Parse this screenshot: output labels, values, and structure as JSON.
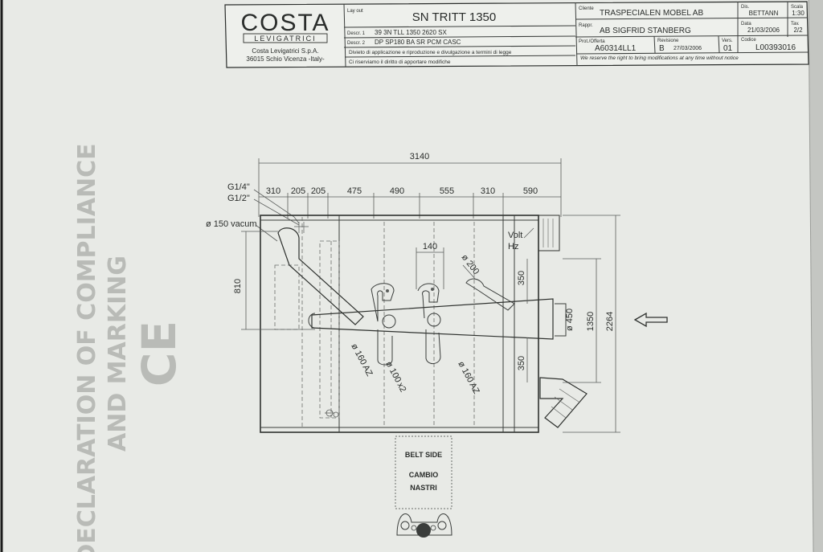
{
  "title_block": {
    "brand": "COSTA",
    "brand_sub": "LEVIGATRICI",
    "company": "Costa Levigatrici S.p.A.",
    "address": "36015 Schio Vicenza -Italy-",
    "layout_label": "Lay out",
    "layout_value": "SN TRITT 1350",
    "descr1_label": "Descr. 1",
    "descr1_value": "39 3N TLL 1350 2620 SX",
    "descr2_label": "Descr. 2",
    "descr2_value": "DP SP180 BA SR PCM CASC",
    "notice_it_1": "Divieto di applicazione e riproduzione e divulgazione a termini di legge",
    "notice_it_2": "Ci riserviamo il diritto di apportare modifiche",
    "client_label": "Cliente",
    "client_value": "TRASPECIALEN MOBEL AB",
    "agent_label": "Rappr.",
    "agent_value": "AB SIGFRID STANBERG",
    "offer_label": "Prot./Offerta",
    "offer_value": "A60314LL1",
    "revision_label": "Revisione",
    "revision_value": "B",
    "revision_date": "27/03/2006",
    "version_label": "Vers.",
    "version_value": "01",
    "code_label": "Codice",
    "code_value": "L00393016",
    "drawn_label": "Dis.",
    "drawn_value": "BETTANN",
    "date_label": "Data",
    "date_value": "21/03/2006",
    "scale_label": "Scala",
    "scale_value": "1:30",
    "sheet_label": "Tav.",
    "sheet_value": "2/2",
    "notice_en": "We reserve the right to bring modifications at any time without notice"
  },
  "dimensions": {
    "overall_width": "3140",
    "segments": [
      "310",
      "205",
      "205",
      "475",
      "490",
      "555",
      "310",
      "590"
    ],
    "depth": "2264",
    "right_inner": "1350",
    "left_offset": "810",
    "upper_350": "350",
    "lower_350": "350",
    "spacing_140": "140",
    "pipe_labels": [
      "G1/4\"",
      "G1/2\""
    ],
    "vacuum": "ø 150 vacum",
    "dia_200": "ø 200",
    "dia_160_a": "ø 160",
    "dia_160_a_unit": "AZ",
    "dia_100": "ø 100",
    "dia_100_unit": "x2",
    "dia_160_b": "ø 160",
    "dia_160_b_unit": "AZ",
    "dia_450": "ø 450",
    "volt": "Volt",
    "hz": "Hz"
  },
  "belt_box": {
    "line1": "BELT SIDE",
    "line2": "CAMBIO",
    "line3": "NASTRI"
  },
  "ghost_text": {
    "line1": "DECLARATION OF COMPLIANCE",
    "line2": "AND MARKING",
    "mark": "CE"
  },
  "colors": {
    "paper": "#e9ebe7",
    "ink": "#2a2d2b",
    "shadow": "#cfd1cd"
  }
}
